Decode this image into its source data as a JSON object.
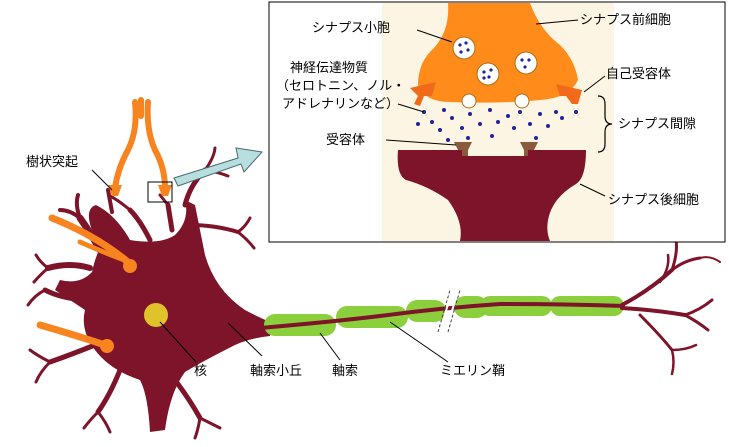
{
  "colors": {
    "neuron": "#7d1429",
    "presynaptic": "#ff8c1a",
    "orange_axon": "#f7841e",
    "myelin": "#8ccf3c",
    "nucleus": "#e0c22a",
    "vesicle_fill": "#ffffff",
    "transmitter": "#23239a",
    "receptor": "#8b5a3c",
    "inset_bg": "#fdf5e3",
    "arrow_fill": "#b8dee0"
  },
  "labels": {
    "dendrite": "樹状突起",
    "nucleus": "核",
    "axon_hillock": "軸索小丘",
    "axon": "軸索",
    "myelin": "ミエリン鞘",
    "synaptic_vesicle": "シナプス小胞",
    "neurotransmitter_line1": "神経伝達物質",
    "neurotransmitter_line2": "（セロトニン、ノル・",
    "neurotransmitter_line3": "アドレナリンなど）",
    "receptor": "受容体",
    "presynaptic_cell": "シナプス前細胞",
    "autoreceptor": "自己受容体",
    "synaptic_cleft": "シナプス間隙",
    "postsynaptic_cell": "シナプス後細胞"
  }
}
